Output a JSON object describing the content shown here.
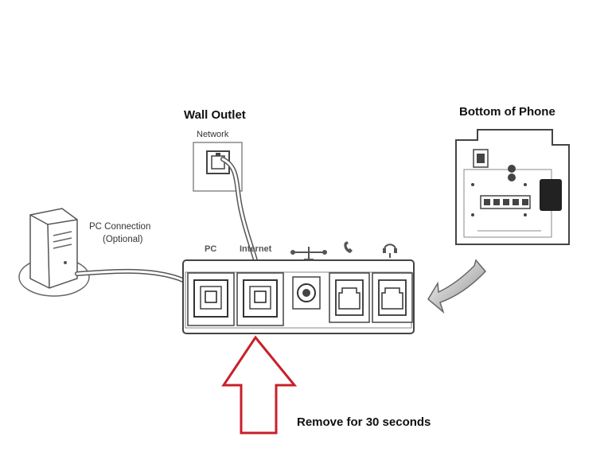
{
  "labels": {
    "wall_outlet": "Wall Outlet",
    "network": "Network",
    "bottom_of_phone": "Bottom of Phone",
    "pc_connection_line1": "PC Connection",
    "pc_connection_line2": "(Optional)",
    "port_pc": "PC",
    "port_internet": "Internet",
    "remove_note": "Remove for 30 seconds"
  },
  "icons": {
    "power_port": "power-plug-icon",
    "handset_port": "handset-icon",
    "headset_port": "headset-icon"
  },
  "colors": {
    "arrow_red": "#c8202a",
    "line": "#444444"
  }
}
